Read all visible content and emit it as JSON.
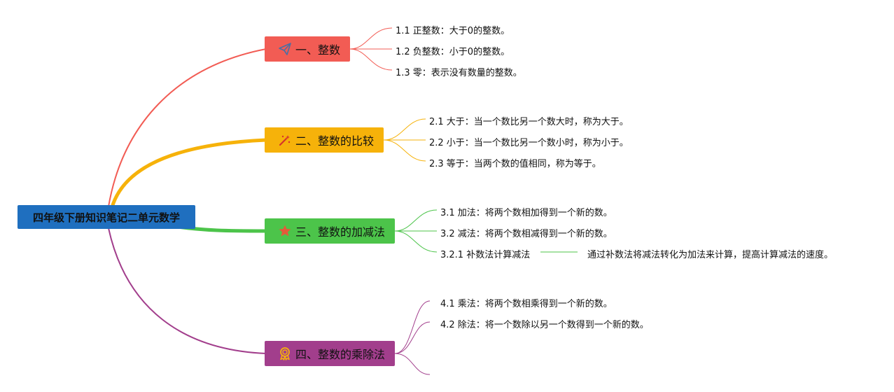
{
  "root": {
    "title": "四年级下册知识笔记二单元数学",
    "color": "#1f6fbf"
  },
  "branches": [
    {
      "label": "一、整数",
      "color": "#f25c54",
      "icon": "paper-plane-icon",
      "items": [
        "1.1 正整数：大于0的整数。",
        "1.2 负整数：小于0的整数。",
        "1.3 零：表示没有数量的整数。"
      ]
    },
    {
      "label": "二、整数的比较",
      "color": "#f6b20a",
      "icon": "magic-wand-icon",
      "items": [
        "2.1 大于：当一个数比另一个数大时，称为大于。",
        "2.2 小于：当一个数比另一个数小时，称为小于。",
        "2.3 等于：当两个数的值相同，称为等于。"
      ]
    },
    {
      "label": "三、整数的加减法",
      "color": "#4cc44a",
      "icon": "star-icon",
      "items": [
        "3.1 加法：将两个数相加得到一个新的数。",
        "3.2 减法：将两个数相减得到一个新的数。",
        "3.2.1 补数法计算减法"
      ],
      "sub": "通过补数法将减法转化为加法来计算，提高计算减法的速度。"
    },
    {
      "label": "四、整数的乘除法",
      "color": "#a23e8c",
      "icon": "medal-icon",
      "items": [
        "4.1 乘法：将两个数相乘得到一个新的数。",
        "4.2 除法：将一个数除以另一个数得到一个新的数。"
      ]
    }
  ]
}
